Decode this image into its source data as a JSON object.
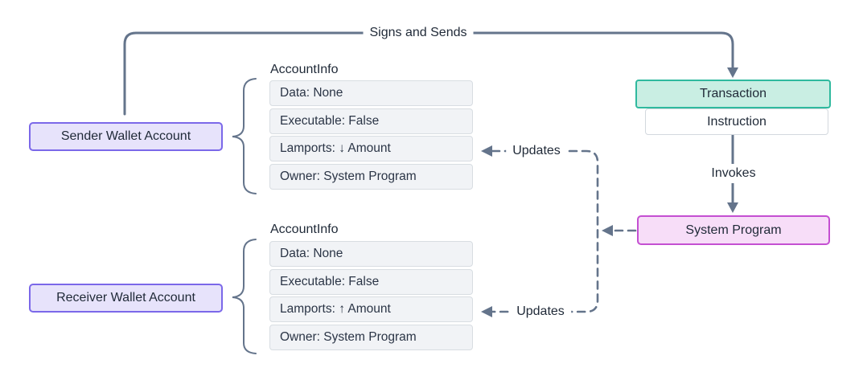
{
  "diagram": {
    "nodes": {
      "sender_wallet": {
        "label": "Sender Wallet Account"
      },
      "receiver_wallet": {
        "label": "Receiver Wallet Account"
      },
      "transaction": {
        "label": "Transaction"
      },
      "instruction": {
        "label": "Instruction"
      },
      "system_program": {
        "label": "System Program"
      }
    },
    "tables": {
      "sender": {
        "title": "AccountInfo",
        "rows": [
          "Data: None",
          "Executable: False",
          "Lamports: ↓ Amount",
          "Owner: System Program"
        ]
      },
      "receiver": {
        "title": "AccountInfo",
        "rows": [
          "Data: None",
          "Executable: False",
          "Lamports: ↑ Amount",
          "Owner: System Program"
        ]
      }
    },
    "edge_labels": {
      "signs_and_sends": "Signs and Sends",
      "invokes": "Invokes",
      "updates_upper": "Updates",
      "updates_lower": "Updates"
    },
    "colors": {
      "connector": "#64748b",
      "text": "#1f2937",
      "wallet_fill": "#e7e3fb",
      "wallet_border": "#7b68e9",
      "transaction_fill": "#c9eee3",
      "transaction_border": "#2fb99e",
      "instruction_fill": "#ffffff",
      "instruction_border": "#d3d8de",
      "system_program_fill": "#f7ddf8",
      "system_program_border": "#c44fd2",
      "row_fill": "#f1f3f6",
      "row_border": "#d8dde2",
      "background": "#ffffff"
    }
  }
}
